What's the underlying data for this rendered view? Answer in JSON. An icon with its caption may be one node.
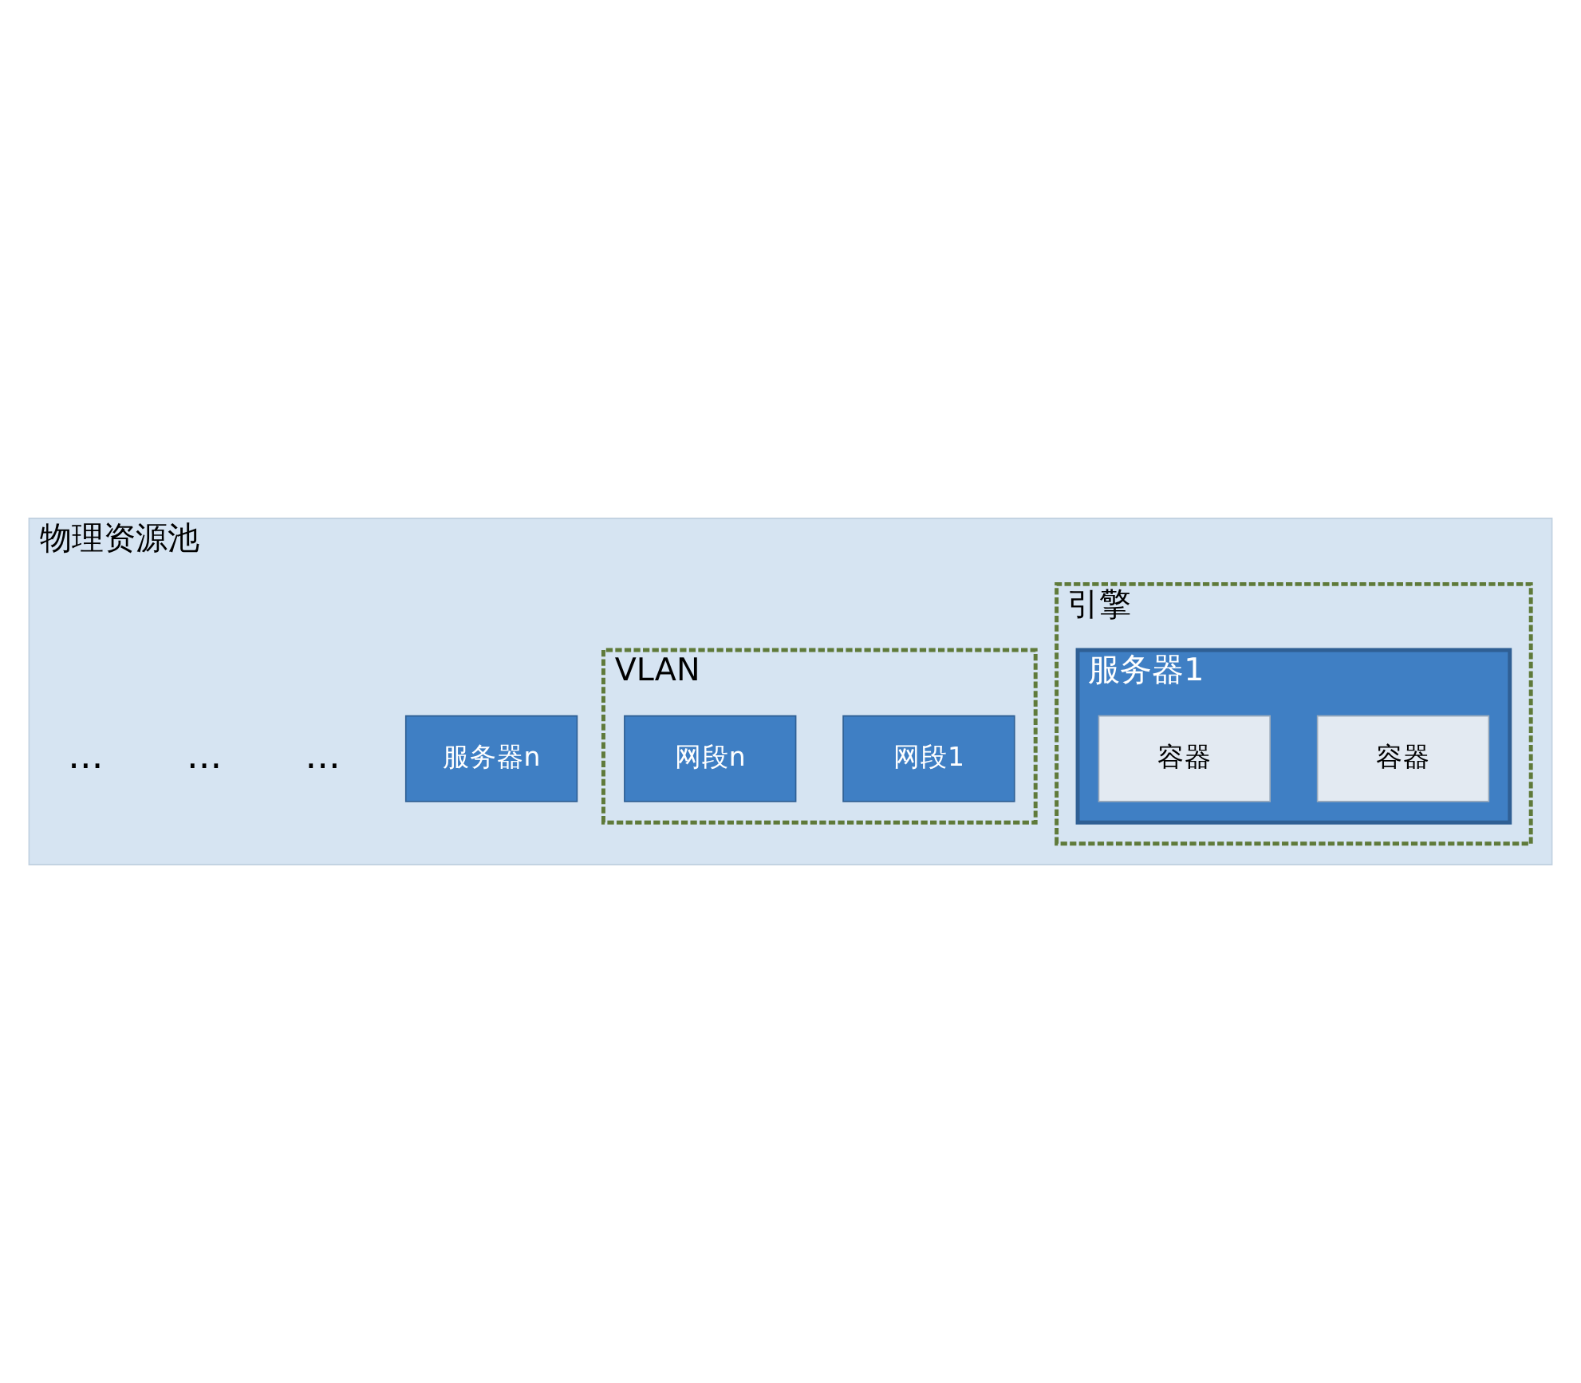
{
  "diagram": {
    "nodes": [
      {
        "text": [
          "物理资源池"
        ]
      },
      {
        "text": [
          "引擎"
        ],
        "in": 0
      },
      {
        "text": [
          "服务器1"
        ],
        "in": 1
      },
      {
        "text": [
          "容器"
        ],
        "in": 2
      },
      {
        "text": [
          "容器"
        ],
        "in": 2
      },
      {
        "text": [
          "VLAN"
        ],
        "in": 0
      },
      {
        "text": [
          "网段1"
        ],
        "in": 5
      },
      {
        "text": [
          "服务器n"
        ],
        "in": 0
      },
      {
        "text": [
          "网段n"
        ],
        "in": 5
      }
    ],
    "edges": [],
    "labels": [
      "...",
      "...",
      "..."
    ]
  }
}
